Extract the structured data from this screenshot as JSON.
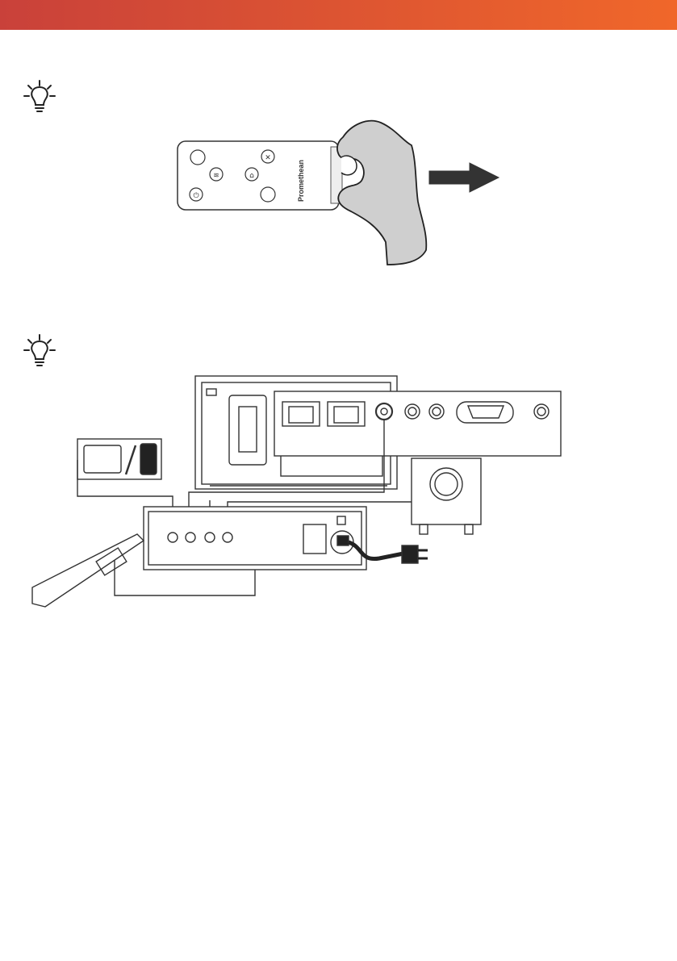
{
  "header": {
    "gradient_start": "#c9413a",
    "gradient_end": "#f0672a"
  },
  "tips": [
    {
      "icon": "lightbulb-icon"
    },
    {
      "icon": "lightbulb-icon"
    }
  ],
  "remote_figure": {
    "brand_logo_text": "Promethean",
    "buttons": [
      "blank-button",
      "mute-icon",
      "wifi-icon",
      "home-icon",
      "power-icon",
      "blank-button"
    ],
    "pull_direction": "right"
  },
  "connection_figure": {
    "devices": [
      "tablet-icon",
      "phone-icon",
      "speaker",
      "soundbar",
      "power-plug"
    ]
  }
}
